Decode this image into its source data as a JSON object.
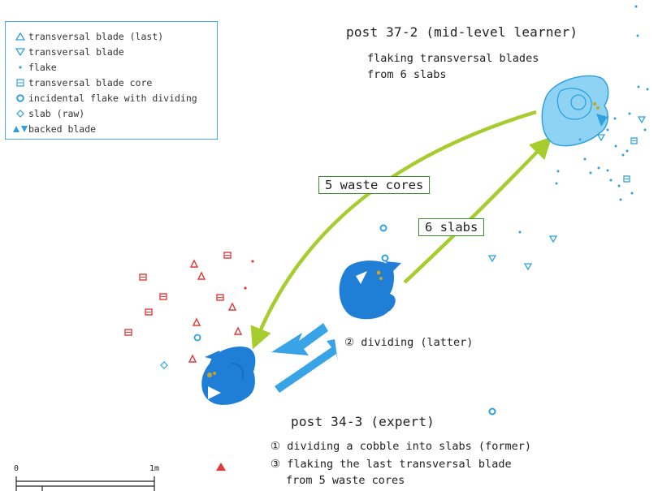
{
  "legend": {
    "items": [
      {
        "symbol": "triangle-up-outline-icon",
        "label": "transversal blade (last)"
      },
      {
        "symbol": "triangle-down-outline-icon",
        "label": "transversal blade"
      },
      {
        "symbol": "dot-icon",
        "label": "flake"
      },
      {
        "symbol": "square-lined-icon",
        "label": "transversal blade core"
      },
      {
        "symbol": "circle-outline-icon",
        "label": "incidental flake with dividing"
      },
      {
        "symbol": "diamond-outline-icon",
        "label": "slab (raw)"
      },
      {
        "symbol": "filled-triangles-icon",
        "label": "backed blade"
      }
    ]
  },
  "learner": {
    "title": "post 37-2 (mid-level learner)",
    "line1": "flaking transversal blades",
    "line2": "from 6 slabs"
  },
  "expert": {
    "title": "post 34-3 (expert)",
    "step1": "① dividing a cobble into slabs (former)",
    "step3a": "③ flaking the last transversal blade",
    "step3b": "from 5 waste cores"
  },
  "dividing_label": "② dividing (latter)",
  "arrows": {
    "waste_cores": "5 waste cores",
    "slabs": "6 slabs"
  },
  "scale": {
    "start": "0",
    "end": "1m"
  },
  "colors": {
    "expert_red": "#e03a3a",
    "learner_blue": "#2ea1de",
    "figure_blue": "#1f7fd6",
    "figure_light": "#8fd3f4",
    "arrow_green": "#a6cc2e",
    "arrow_blue": "#38a3e6"
  }
}
